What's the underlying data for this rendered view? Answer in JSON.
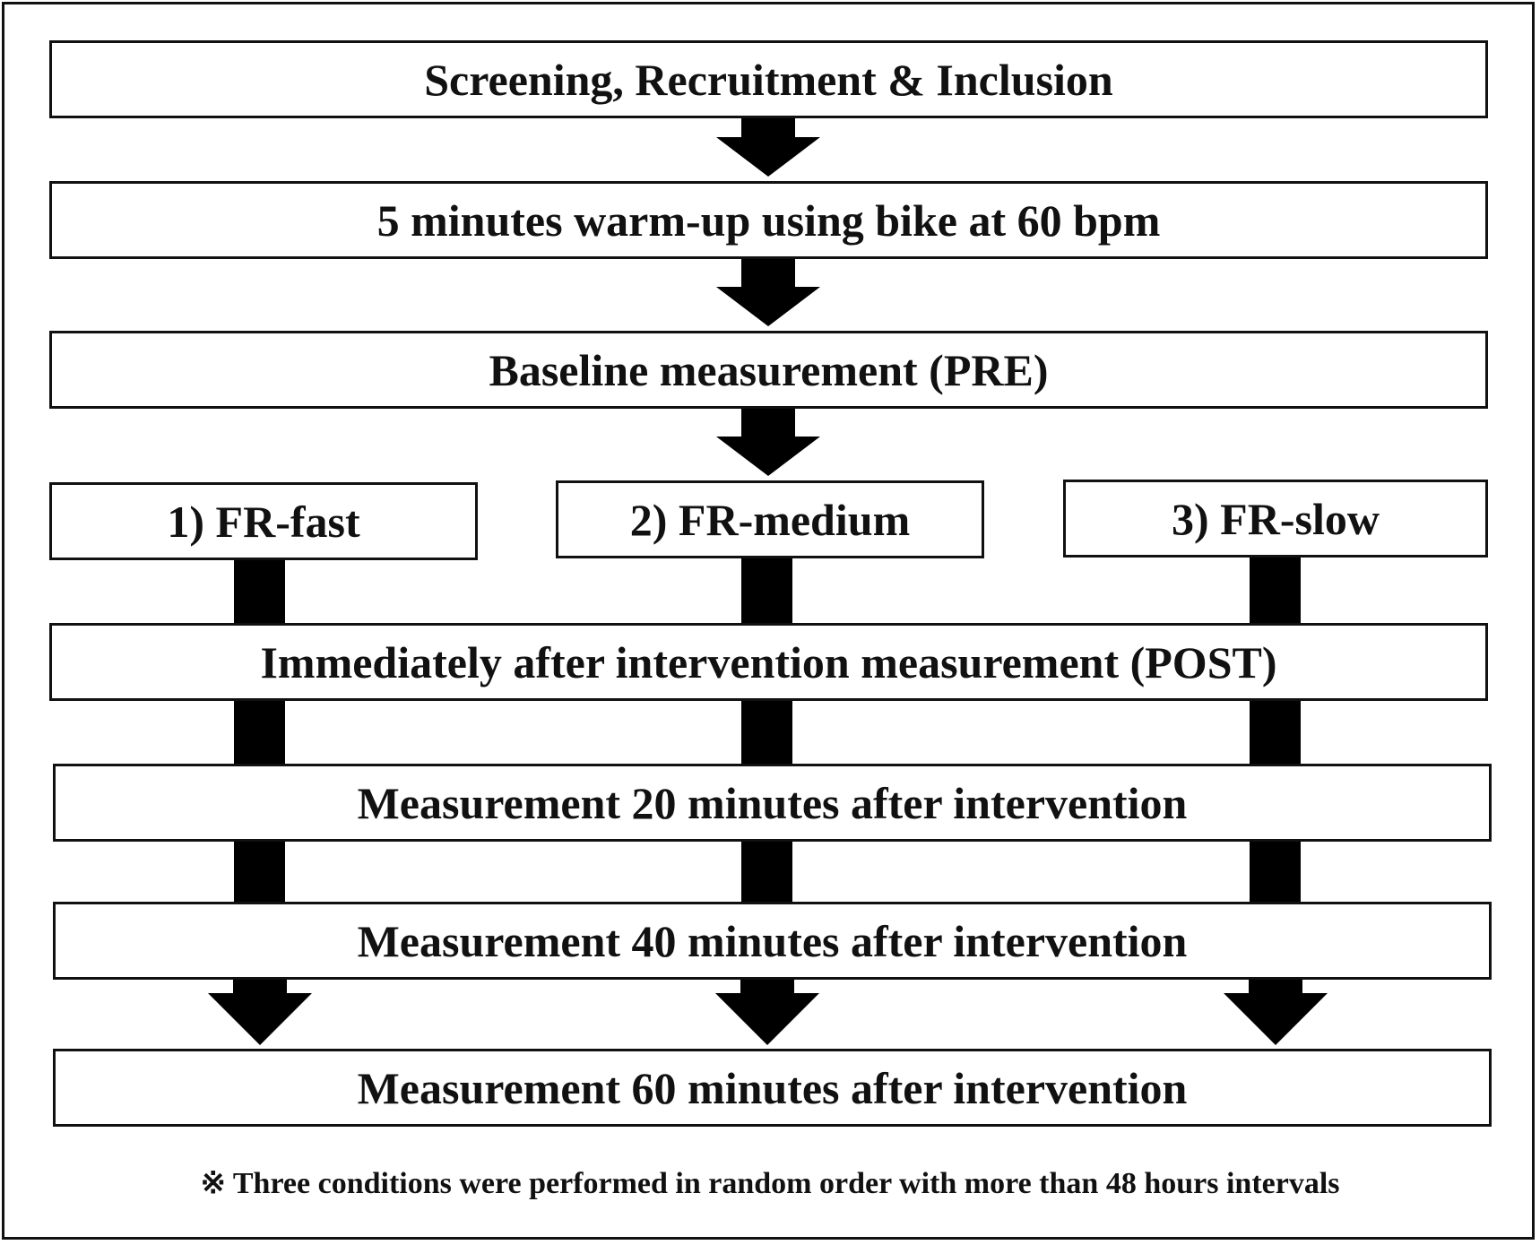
{
  "diagram": {
    "steps": {
      "screening": "Screening, Recruitment & Inclusion",
      "warmup": "5 minutes warm-up using bike at 60 bpm",
      "baseline": "Baseline measurement (PRE)",
      "post": "Immediately after intervention measurement (POST)",
      "m20": "Measurement 20 minutes after intervention",
      "m40": "Measurement 40 minutes after intervention",
      "m60": "Measurement 60 minutes after intervention"
    },
    "conditions": [
      {
        "label": "1) FR-fast"
      },
      {
        "label": "2) FR-medium"
      },
      {
        "label": "3) FR-slow"
      }
    ],
    "note": "※ Three conditions were performed in random order with more than 48 hours intervals"
  }
}
